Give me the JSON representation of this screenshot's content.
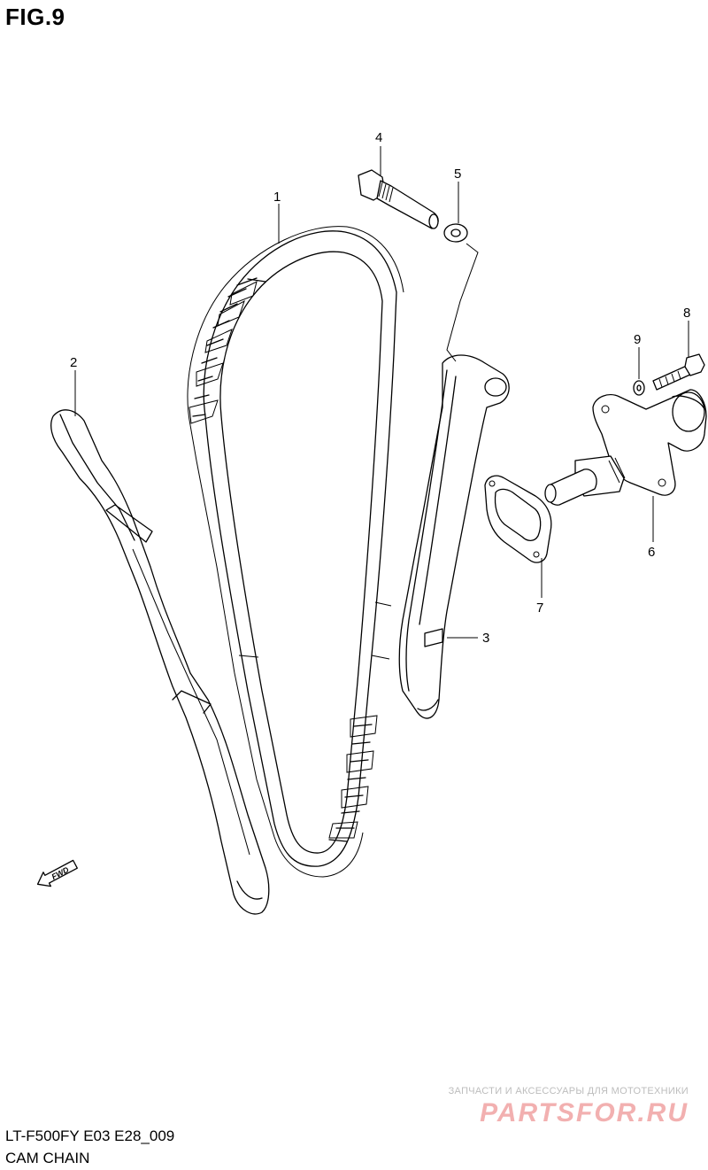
{
  "figure": {
    "title": "FIG.9"
  },
  "callouts": [
    {
      "id": "1",
      "label": "1"
    },
    {
      "id": "2",
      "label": "2"
    },
    {
      "id": "3",
      "label": "3"
    },
    {
      "id": "4",
      "label": "4"
    },
    {
      "id": "5",
      "label": "5"
    },
    {
      "id": "6",
      "label": "6"
    },
    {
      "id": "7",
      "label": "7"
    },
    {
      "id": "8",
      "label": "8"
    },
    {
      "id": "9",
      "label": "9"
    }
  ],
  "direction_arrow": {
    "label": "FWD",
    "icon": "forward-arrow-icon"
  },
  "footer": {
    "code": "LT-F500FY E03 E28_009",
    "name": "CAM CHAIN"
  },
  "watermark": {
    "tagline": "ЗАПЧАСТИ И АКСЕССУАРЫ ДЛЯ МОТОТЕХНИКИ",
    "logo": "PARTSFOR.RU",
    "logo_color": "#f2b0b0"
  }
}
